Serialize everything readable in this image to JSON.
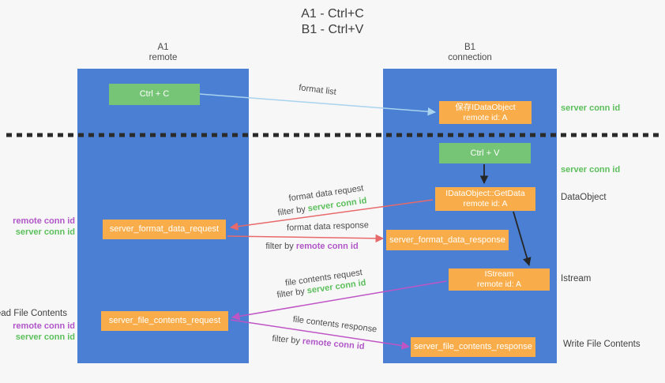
{
  "title": {
    "line1": "A1 - Ctrl+C",
    "line2": "B1 - Ctrl+V"
  },
  "columns": {
    "left": {
      "name": "A1",
      "subtitle": "remote"
    },
    "right": {
      "name": "B1",
      "subtitle": "connection"
    }
  },
  "nodes": {
    "ctrl_c": {
      "label": "Ctrl + C"
    },
    "save_dataobject": {
      "line1": "保存IDataObject",
      "line2": "remote id: A"
    },
    "ctrl_v": {
      "label": "Ctrl + V"
    },
    "getdata": {
      "line1": "IDataObject::GetData",
      "line2": "remote id: A"
    },
    "format_request": {
      "label": "server_format_data_request"
    },
    "format_response": {
      "label": "server_format_data_response"
    },
    "istream": {
      "line1": "IStream",
      "line2": "remote id: A"
    },
    "file_request": {
      "label": "server_file_contents_request"
    },
    "file_response": {
      "label": "server_file_contents_response"
    }
  },
  "arrow_labels": {
    "format_list": "format list",
    "filter_by": "filter by",
    "format_data_request": "format data request",
    "format_request_filter": "server conn id",
    "format_data_response": "format data response",
    "format_response_filter": "remote conn id",
    "file_contents_request": "file contents request",
    "file_request_filter": "server conn id",
    "file_contents_response": "file contents response",
    "file_response_filter": "remote conn id"
  },
  "side_labels": {
    "right": {
      "server_conn_id_1": "server conn id",
      "server_conn_id_2": "server conn id",
      "dataobject": "DataObject",
      "istream": "Istream",
      "write_file_contents": "Write File Contents"
    },
    "left": {
      "remote_conn_id_1": "remote conn id",
      "server_conn_id_1": "server conn id",
      "read_file_contents": "Read File Contents",
      "remote_conn_id_2": "remote conn id",
      "server_conn_id_2": "server conn id"
    }
  },
  "colors": {
    "column_blue": "#4a7fd3",
    "box_green": "#76c577",
    "box_orange": "#f9ad4a",
    "arrow_red": "#e8696a",
    "arrow_magenta": "#bf55c5",
    "arrow_light_blue": "#a9d3ee",
    "arrow_black": "#262626",
    "text_green": "#5bbf5b",
    "text_purple": "#b156c9"
  }
}
